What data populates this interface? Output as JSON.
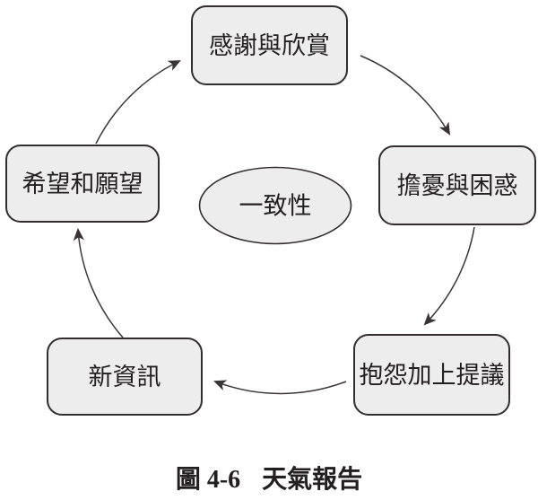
{
  "diagram": {
    "center_label": "一致性",
    "nodes": {
      "top": "感謝與欣賞",
      "right": "擔憂與困惑",
      "bottom_right": "抱怨加上提議",
      "bottom_left": "新資訊",
      "left": "希望和願望"
    },
    "flow_direction": "clockwise",
    "arrows": [
      {
        "from": "希望和願望",
        "to": "感謝與欣賞"
      },
      {
        "from": "感謝與欣賞",
        "to": "擔憂與困惑"
      },
      {
        "from": "擔憂與困惑",
        "to": "抱怨加上提議"
      },
      {
        "from": "抱怨加上提議",
        "to": "新資訊"
      },
      {
        "from": "新資訊",
        "to": "希望和願望"
      }
    ]
  },
  "caption": {
    "figure_label": "圖 4-6",
    "title": "天氣報告"
  },
  "colors": {
    "node_fill": "#eeedee",
    "node_border": "#332d2e",
    "text": "#231f20",
    "arrow": "#3a3436",
    "background": "#ffffff"
  }
}
